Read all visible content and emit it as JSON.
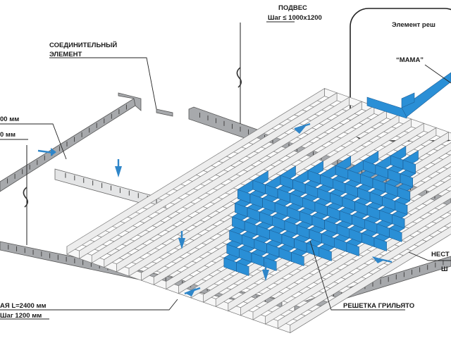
{
  "labels": {
    "podves": "ПОДВЕС",
    "podves_step": "Шаг ≤ 1000x1200",
    "connector_line1": "СОЕДИНИТЕЛЬНЫЙ",
    "connector_line2": "ЭЛЕМЕНТ",
    "left_top_1": "00 мм",
    "left_top_2": "0 мм",
    "inset_title": "Элемент реш",
    "inset_mama": "“МАМА”",
    "right_nest": "НЕСТ",
    "right_sh": "Ш",
    "bottom_left_1": "АЯ  L=2400 мм",
    "bottom_left_2": "Шаг 1200 мм",
    "grid_label": "РЕШЕТКА ГРИЛЬЯТО"
  },
  "colors": {
    "grid_blue": "#2a8fd6",
    "arrow_blue": "#2f86c9",
    "rail_gray": "#a7a9ac",
    "rail_light": "#e4e5e6"
  }
}
